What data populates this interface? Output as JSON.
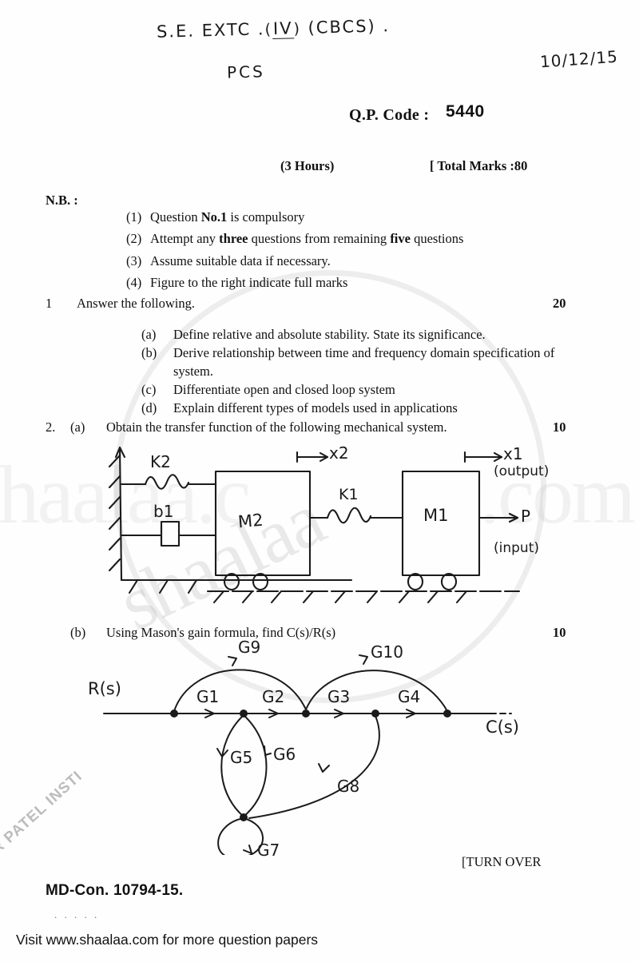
{
  "handwriting": {
    "header_line1_pre": "S.E. EXTC .",
    "header_line1_sem": "IV",
    "header_line1_post": " (CBCS) .",
    "header_line2": "PCS",
    "date": "10/12/15"
  },
  "header": {
    "qp_code_label": "Q.P. Code :",
    "qp_code_value": "5440",
    "duration": "(3 Hours)",
    "total_marks": "[ Total Marks :80"
  },
  "nb": {
    "label": "N.B. :",
    "items": [
      {
        "num": "(1)",
        "text": "Question No.1 is compulsory",
        "bold": "No.1"
      },
      {
        "num": "(2)",
        "text": "Attempt any three questions from remaining five questions"
      },
      {
        "num": "(3)",
        "text": "Assume suitable data if necessary."
      },
      {
        "num": "(4)",
        "text": "Figure to the right indicate full marks"
      }
    ]
  },
  "questions": [
    {
      "number": "1",
      "title": "Answer the following.",
      "marks": "20",
      "subs": [
        {
          "label": "(a)",
          "text": "Define relative and absolute stability. State its significance."
        },
        {
          "label": "(b)",
          "text": "Derive relationship between time and frequency domain  specification of system."
        },
        {
          "label": "(c)",
          "text": "Differentiate open and closed loop system"
        },
        {
          "label": "(d)",
          "text": "Explain different types of models used in applications"
        }
      ]
    },
    {
      "number": "2.",
      "subs": [
        {
          "label": "(a)",
          "text": "Obtain the transfer function of the following mechanical system.",
          "marks": "10"
        },
        {
          "label": "(b)",
          "text": "Using Mason's gain formula, find C(s)/R(s)",
          "marks": "10"
        }
      ]
    }
  ],
  "mechanical_figure": {
    "labels": {
      "k2": "K2",
      "b1": "b1",
      "m2": "M2",
      "k1": "K1",
      "m1": "M1",
      "x2": "x2",
      "x1": "x1",
      "output": "(output)",
      "input": "(input)",
      "force": "P"
    }
  },
  "signal_flow_graph": {
    "input_label": "R(s)",
    "output_label": "C(s)",
    "forward_gains": [
      "G1",
      "G2",
      "G3",
      "G4"
    ],
    "upper_branch_gains": [
      "G9",
      "G10"
    ],
    "loop_gains": [
      "G5",
      "G6",
      "G7",
      "G8"
    ]
  },
  "footer": {
    "turn_over": "[TURN OVER",
    "code": "MD-Con. 10794-15.",
    "dots": ". . . . .",
    "visit": "Visit www.shaalaa.com for more question papers"
  },
  "watermarks": {
    "diagonal": "shaalaa",
    "right": ".com",
    "left": "shaalaa.c",
    "stamp": "AR PATEL INSTI"
  },
  "colors": {
    "ink": "#1b1b1b",
    "page": "#fefefe",
    "watermark": "rgba(130,130,130,0.15)"
  }
}
